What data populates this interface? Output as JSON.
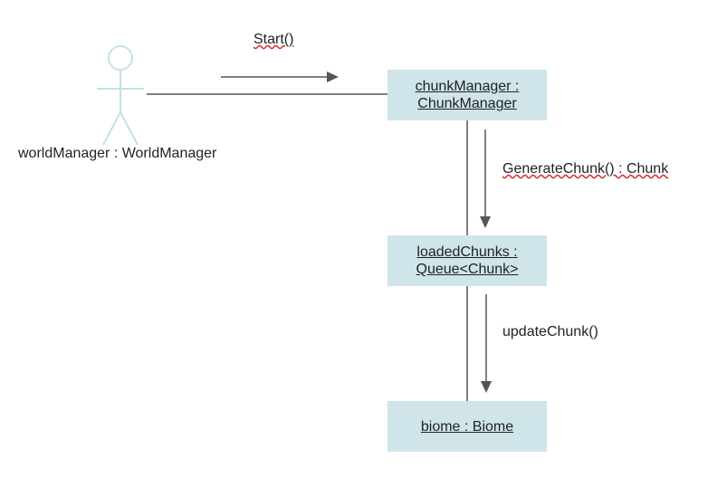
{
  "actor": {
    "label": "worldManager : WorldManager"
  },
  "messages": {
    "start": "Start()",
    "generate": "GenerateChunk() : Chunk",
    "update": "updateChunk()"
  },
  "objects": {
    "chunk_manager": {
      "line1": "chunkManager :",
      "line2": "ChunkManager"
    },
    "loaded_chunks": {
      "line1": "loadedChunks :",
      "line2": "Queue<Chunk>"
    },
    "biome": {
      "line1": "biome : Biome"
    }
  },
  "colors": {
    "box_fill": "#cfe5e9",
    "actor_stroke": "#c5e1e3",
    "line": "#555555",
    "spellcheck": "#d23b3b"
  }
}
